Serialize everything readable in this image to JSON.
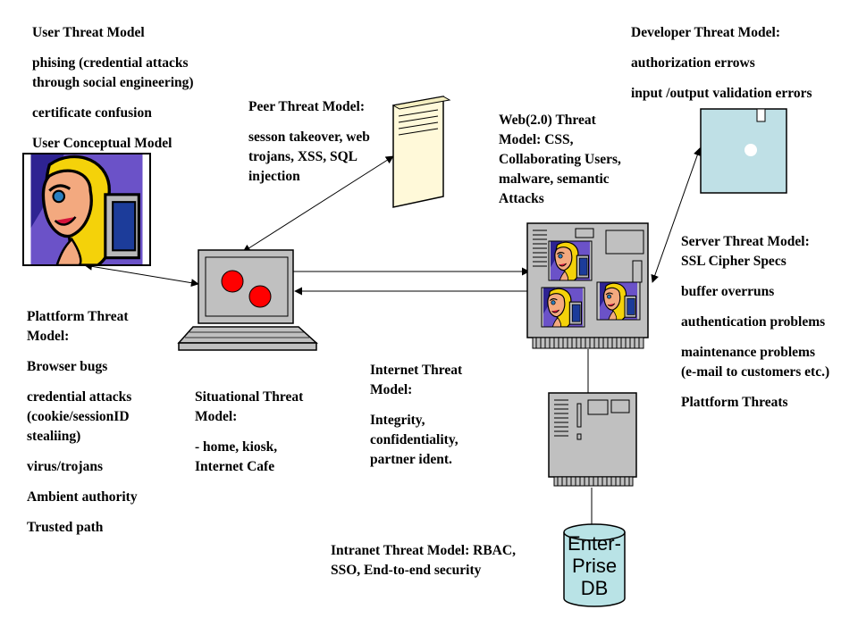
{
  "user": {
    "title": "User Threat Model",
    "items": [
      "phising (credential attacks through social engineering)",
      "certificate confusion",
      "User Conceptual Model"
    ]
  },
  "peer": {
    "title": "Peer Threat Model:",
    "items": [
      "sesson takeover, web trojans, XSS, SQL injection"
    ]
  },
  "web": {
    "title": "Web(2.0) Threat Model: CSS, Collaborating Users, malware, semantic Attacks"
  },
  "developer": {
    "title": "Developer Threat Model:",
    "items": [
      "authorization errows",
      "input /output validation errors"
    ]
  },
  "server": {
    "title": "Server Threat Model: SSL Cipher Specs",
    "items": [
      "buffer overruns",
      "authentication problems",
      "maintenance problems (e-mail to customers etc.)",
      "Plattform Threats"
    ]
  },
  "platform": {
    "title": "Plattform Threat Model:",
    "items": [
      "Browser bugs",
      "credential attacks (cookie/sessionID stealiing)",
      "virus/trojans",
      "Ambient authority",
      "Trusted path"
    ]
  },
  "situational": {
    "title": "Situational Threat Model:",
    "items": [
      "- home, kiosk, Internet Cafe"
    ]
  },
  "internet": {
    "title": "Internet Threat Model:",
    "items": [
      "Integrity, confidentiality, partner ident."
    ]
  },
  "intranet": {
    "title": "Intranet Threat Model: RBAC, SSO, End-to-end security"
  },
  "database": {
    "line1": "Enter-",
    "line2": "Prise",
    "line3": "DB"
  },
  "colors": {
    "laptop_gray": "#c0c0c0",
    "red_dot": "#ff0000",
    "floppy_fill": "#bfe0e6",
    "db_fill": "#b9e3e6"
  },
  "icons": [
    "woman-clipart-icon",
    "laptop-icon",
    "server-tower-icon",
    "floppy-disk-icon",
    "web-server-board-icon",
    "intranet-server-icon",
    "database-cylinder-icon"
  ]
}
